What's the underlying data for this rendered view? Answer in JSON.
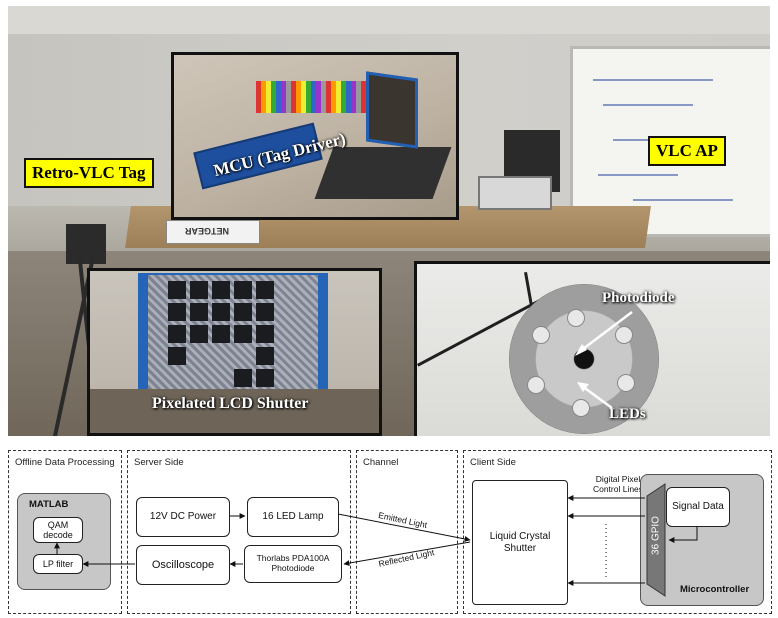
{
  "photo": {
    "callouts": {
      "tag": "Retro-VLC Tag",
      "ap": "VLC AP"
    },
    "inserts": {
      "mcu": "MCU (Tag Driver)",
      "lcd": "Pixelated LCD Shutter",
      "photodiode": "Photodiode",
      "leds": "LEDs"
    },
    "router_brand": "NETGEAR"
  },
  "diagram": {
    "panels": {
      "offline": "Offline Data Processing",
      "server": "Server Side",
      "channel": "Channel",
      "client": "Client Side"
    },
    "matlab": {
      "title": "MATLAB",
      "qam": "QAM decode",
      "lp": "LP filter"
    },
    "server": {
      "power": "12V DC Power",
      "lamp": "16 LED Lamp",
      "scope": "Oscilloscope",
      "photodiode": "Thorlabs PDA100A Photodiode"
    },
    "channel": {
      "emitted": "Emitted Light",
      "reflected": "Reflected Light"
    },
    "client": {
      "shutter": "Liquid Crystal Shutter",
      "control_lines": "Digital Pixel Control Lines",
      "gpio": "36 GPIO",
      "signal": "Signal Data",
      "mcu": "Microcontroller"
    }
  }
}
